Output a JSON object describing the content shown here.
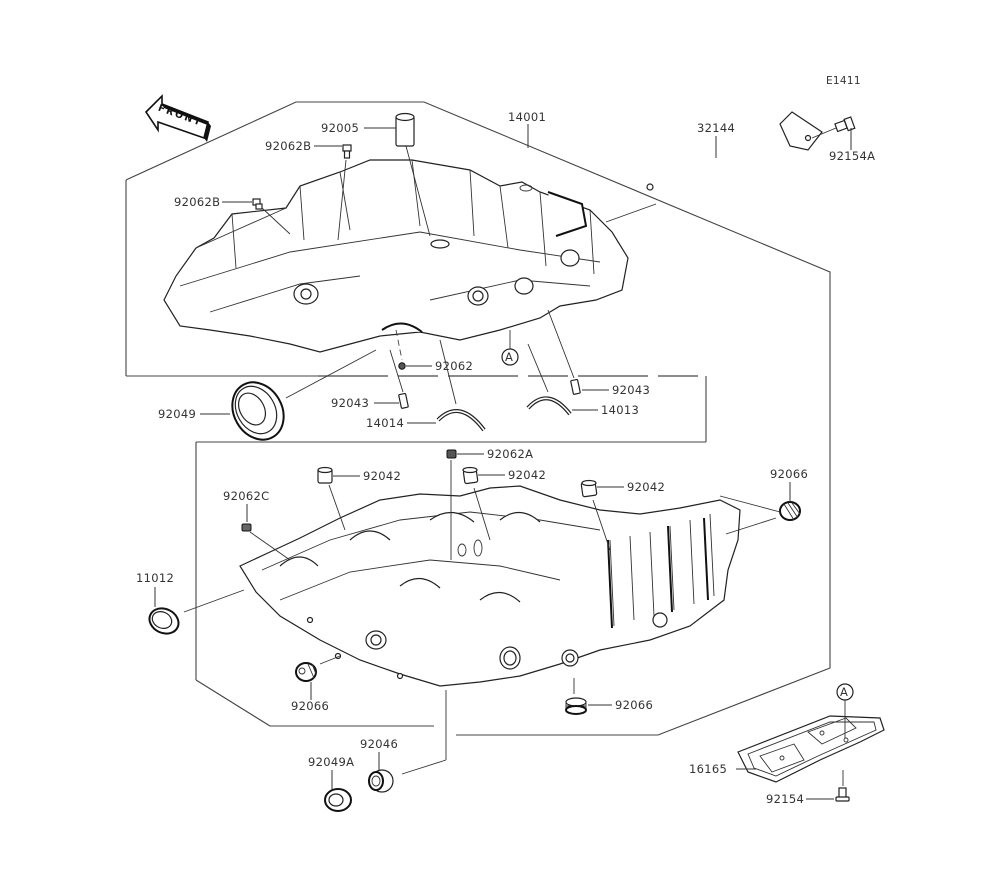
{
  "diagram": {
    "code": "E1411",
    "front_arrow_label": "FRONT",
    "ref_marker": "A",
    "labels": {
      "p14001": "14001",
      "p92005": "92005",
      "p92062B_top": "92062B",
      "p92062B_left": "92062B",
      "p32144": "32144",
      "p92154A": "92154A",
      "p92062": "92062",
      "p92043_left": "92043",
      "p92043_right": "92043",
      "p14014": "14014",
      "p14013": "14013",
      "p92049": "92049",
      "p92062A": "92062A",
      "p92042_a": "92042",
      "p92042_b": "92042",
      "p92042_c": "92042",
      "p92062C": "92062C",
      "p92066_right": "92066",
      "p11012": "11012",
      "p92066_left": "92066",
      "p92066_bottom": "92066",
      "p92046": "92046",
      "p92049A": "92049A",
      "p16165": "16165",
      "p92154": "92154"
    }
  }
}
